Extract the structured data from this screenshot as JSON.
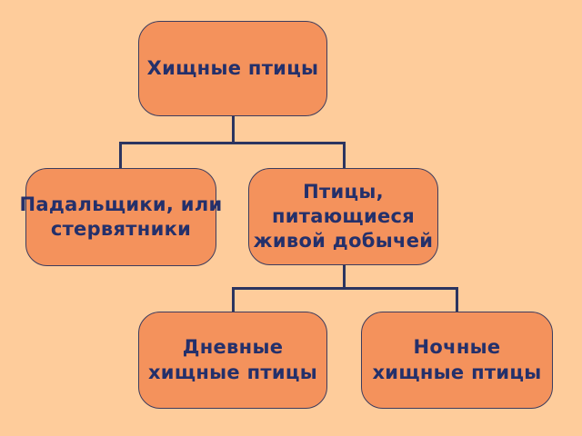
{
  "diagram": {
    "type": "tree",
    "language": "ru",
    "nodes": {
      "root": {
        "label": "Хищные птицы",
        "lines": [
          "Хищные птицы"
        ]
      },
      "scavengers": {
        "label": "Падальщики, или стервятники",
        "lines": [
          "Падальщики, или",
          "стервятники"
        ]
      },
      "live_prey": {
        "label": "Птицы, питающиеся живой добычей",
        "lines": [
          "Птицы,",
          "питающиеся",
          "живой добычей"
        ]
      },
      "diurnal": {
        "label": "Дневные хищные птицы",
        "lines": [
          "Дневные",
          "хищные птицы"
        ]
      },
      "nocturnal": {
        "label": "Ночные хищные птицы",
        "lines": [
          "Ночные",
          "хищные птицы"
        ]
      }
    },
    "edges": [
      [
        "root",
        "scavengers"
      ],
      [
        "root",
        "live_prey"
      ],
      [
        "live_prey",
        "diurnal"
      ],
      [
        "live_prey",
        "nocturnal"
      ]
    ],
    "colors": {
      "background": "#FECC9B",
      "node_fill": "#F4925C",
      "node_border": "#3C3C5E",
      "text": "#24306B",
      "connector": "#2B3460"
    }
  }
}
